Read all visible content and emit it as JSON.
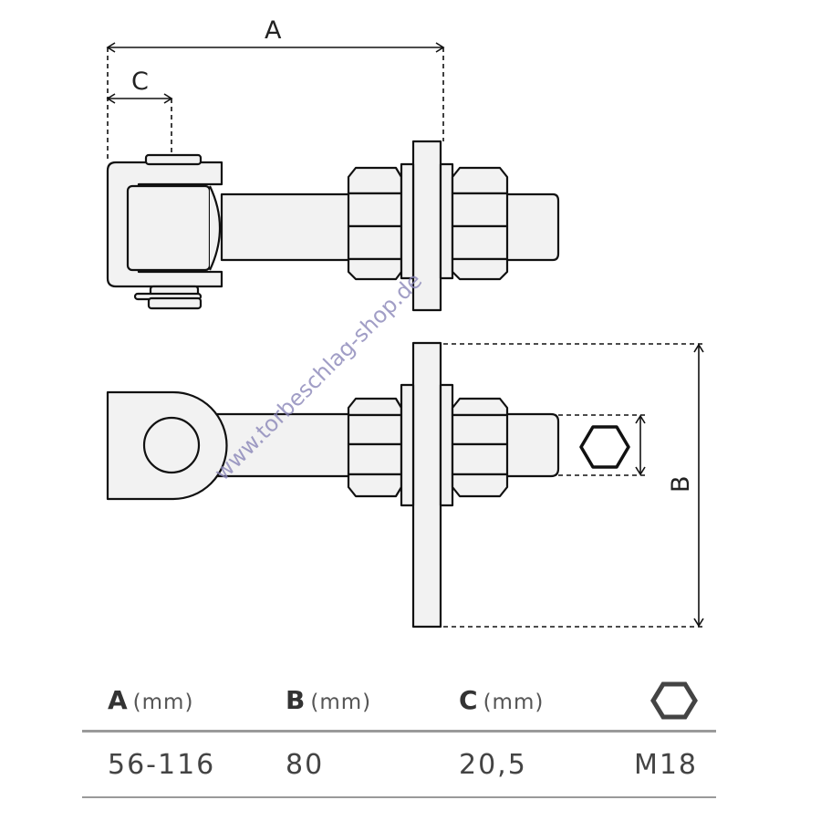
{
  "dimension_labels": {
    "a": "A",
    "b": "B",
    "c": "C"
  },
  "watermark": "www.torbeschlag-shop.de",
  "table": {
    "headers": [
      {
        "letter": "A",
        "unit": "(mm)"
      },
      {
        "letter": "B",
        "unit": "(mm)"
      },
      {
        "letter": "C",
        "unit": "(mm)"
      }
    ],
    "hex_header_icon": "hexagon-nut-icon",
    "values": [
      "56-116",
      "80",
      "20,5",
      "M18"
    ]
  },
  "colors": {
    "part_fill": "#f2f2f2",
    "outline": "#111111",
    "rule": "#9a9a9a"
  }
}
